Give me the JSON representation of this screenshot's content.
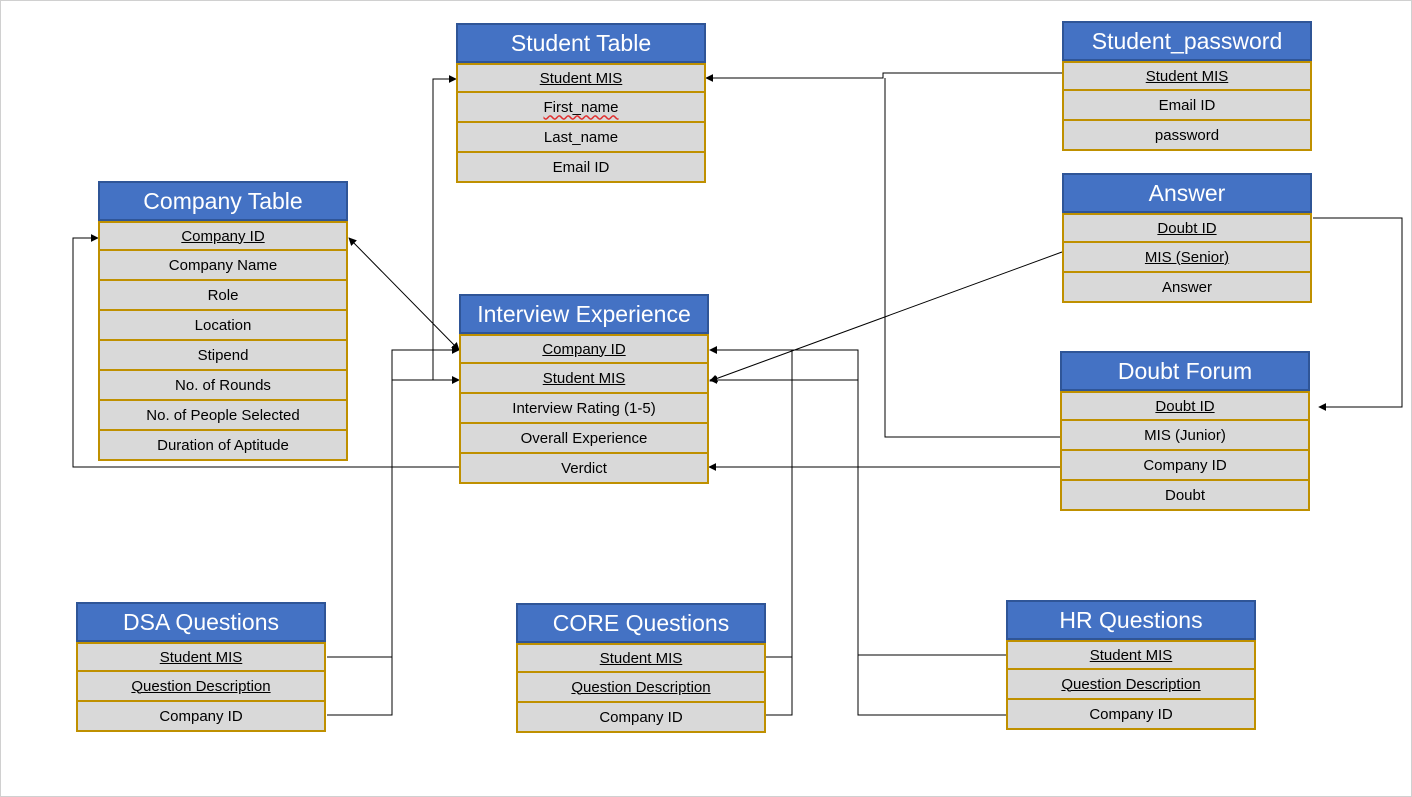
{
  "entities": {
    "student_table": {
      "title": "Student Table",
      "fields": [
        "Student MIS",
        "First_name",
        "Last_name",
        "Email ID"
      ],
      "keys": [
        "Student MIS"
      ],
      "misspelled": [
        "First_name"
      ]
    },
    "student_password": {
      "title": "Student_password",
      "fields": [
        "Student MIS",
        "Email ID",
        "password"
      ],
      "keys": [
        "Student MIS"
      ]
    },
    "company_table": {
      "title": "Company Table",
      "fields": [
        "Company ID",
        "Company Name",
        "Role",
        "Location",
        "Stipend",
        "No. of Rounds",
        "No. of People Selected",
        "Duration of Aptitude"
      ],
      "keys": [
        "Company ID"
      ]
    },
    "interview_experience": {
      "title": "Interview Experience",
      "fields": [
        "Company ID",
        "Student MIS",
        "Interview Rating (1-5)",
        "Overall Experience",
        "Verdict"
      ],
      "keys": [
        "Company ID",
        "Student MIS"
      ]
    },
    "answer": {
      "title": "Answer",
      "fields": [
        "Doubt ID",
        "MIS (Senior)",
        "Answer"
      ],
      "keys": [
        "Doubt ID",
        "MIS (Senior)"
      ]
    },
    "doubt_forum": {
      "title": "Doubt Forum",
      "fields": [
        "Doubt ID",
        "MIS (Junior)",
        "Company ID",
        "Doubt"
      ],
      "keys": [
        "Doubt ID"
      ]
    },
    "dsa_questions": {
      "title": "DSA Questions",
      "fields": [
        "Student MIS",
        "Question Description",
        "Company ID"
      ],
      "keys": [
        "Student MIS",
        "Question Description"
      ]
    },
    "core_questions": {
      "title": "CORE Questions",
      "fields": [
        "Student MIS",
        "Question Description",
        "Company ID"
      ],
      "keys": [
        "Student MIS",
        "Question Description"
      ]
    },
    "hr_questions": {
      "title": "HR Questions",
      "fields": [
        "Student MIS",
        "Question Description",
        "Company ID"
      ],
      "keys": [
        "Student MIS",
        "Question Description"
      ]
    }
  },
  "relationships": [
    {
      "from": "student_password.Student MIS",
      "to": "student_table.Student MIS"
    },
    {
      "from": "interview_experience.Student MIS",
      "to": "student_table.Student MIS"
    },
    {
      "from": "interview_experience.Company ID",
      "to": "company_table.Company ID"
    },
    {
      "from": "doubt_forum.Company ID",
      "to": "company_table.Company ID"
    },
    {
      "from": "doubt_forum.MIS (Junior)",
      "to": "student_table.Student MIS"
    },
    {
      "from": "answer.Doubt ID",
      "to": "doubt_forum.Doubt ID"
    },
    {
      "from": "answer.MIS (Senior)",
      "to": "interview_experience.Student MIS"
    },
    {
      "from": "dsa_questions.Student MIS",
      "to": "interview_experience.Student MIS"
    },
    {
      "from": "dsa_questions.Company ID",
      "to": "interview_experience.Company ID"
    },
    {
      "from": "core_questions.Student MIS",
      "to": "interview_experience.Company ID"
    },
    {
      "from": "core_questions.Company ID",
      "to": "interview_experience.Company ID"
    },
    {
      "from": "hr_questions.Student MIS",
      "to": "interview_experience.Company ID"
    },
    {
      "from": "hr_questions.Company ID",
      "to": "interview_experience.Student MIS"
    }
  ],
  "colors": {
    "header_fill": "#4472c4",
    "header_border": "#2f5597",
    "field_fill": "#d9d9d9",
    "field_border": "#bf9000",
    "line": "#000000"
  }
}
